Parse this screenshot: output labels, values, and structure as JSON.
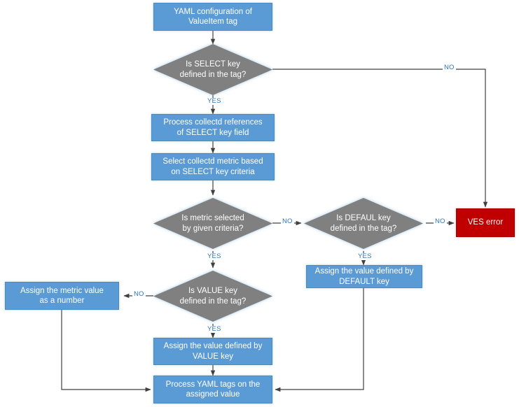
{
  "diagram": {
    "title": "YAML ValueItem tag processing flowchart",
    "colors": {
      "process": "#5B9BD5",
      "decision": "#808080",
      "error": "#C00000",
      "edge_label": "#2E75B6",
      "connector": "#404040",
      "text": "#FFFFFF",
      "background": "#FFFFFF"
    },
    "nodes": [
      {
        "id": "start",
        "type": "process",
        "lines": [
          "YAML configuration of",
          "ValueItem tag"
        ]
      },
      {
        "id": "select_key",
        "type": "decision",
        "lines": [
          "Is SELECT key",
          "defined in the tag?"
        ]
      },
      {
        "id": "process_refs",
        "type": "process",
        "lines": [
          "Process collectd references",
          "of SELECT key field"
        ]
      },
      {
        "id": "select_metric",
        "type": "process",
        "lines": [
          "Select collectd metric based",
          "on SELECT key criteria"
        ]
      },
      {
        "id": "metric_selected",
        "type": "decision",
        "lines": [
          "Is metric selected",
          "by given criteria?"
        ]
      },
      {
        "id": "defaul_key",
        "type": "decision",
        "lines": [
          "Is DEFAUL key",
          "defined in the tag?"
        ]
      },
      {
        "id": "ves_error",
        "type": "error",
        "lines": [
          "VES error"
        ]
      },
      {
        "id": "assign_default",
        "type": "process",
        "lines": [
          "Assign the value defined by",
          "DEFAULT key"
        ]
      },
      {
        "id": "value_key",
        "type": "decision",
        "lines": [
          "Is VALUE key",
          "defined in the tag?"
        ]
      },
      {
        "id": "assign_number",
        "type": "process",
        "lines": [
          "Assign the metric value",
          "as a number"
        ]
      },
      {
        "id": "assign_value",
        "type": "process",
        "lines": [
          "Assign the value defined by",
          "VALUE key"
        ]
      },
      {
        "id": "process_yaml",
        "type": "process",
        "lines": [
          "Process YAML tags on the",
          "assigned value"
        ]
      }
    ],
    "edge_labels": {
      "select_no": "NO",
      "select_yes": "YES",
      "metric_no": "NO",
      "metric_yes": "YES",
      "defaul_no": "NO",
      "defaul_yes": "YES",
      "value_no": "NO",
      "value_yes": "YES"
    }
  }
}
